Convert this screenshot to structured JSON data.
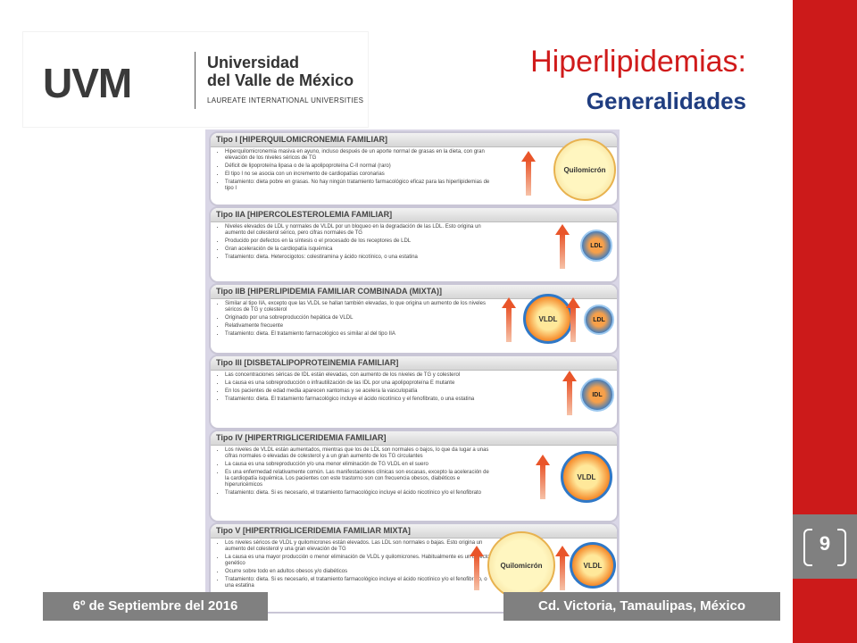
{
  "title": "Hiperlipidemias:",
  "subtitle": "Generalidades",
  "logo": {
    "mark": "UVM",
    "line1": "Universidad",
    "line2": "del Valle de México",
    "line3": "LAUREATE INTERNATIONAL UNIVERSITIES"
  },
  "page_number": "9",
  "footer": {
    "date": "6º de Septiembre del 2016",
    "location": "Cd. Victoria, Tamaulipas, México"
  },
  "colors": {
    "side_bar": "#cc1a1a",
    "title": "#d01b1b",
    "subtitle": "#1f3d80",
    "footer": "#808080"
  },
  "figure": {
    "panels": [
      {
        "header": "Tipo I [HIPERQUILOMICRONEMIA FAMILIAR]",
        "bullets": [
          "Hiperquilomicronemia masiva en ayuno, incluso después de un aporte normal de grasas en la dieta, con gran elevación de los niveles séricos de TG",
          "Déficit de lipoproteína lipasa o de la apolipoproteína C-II normal (raro)",
          "El tipo I no se asocia con un incremento de cardiopatías coronarias",
          "Tratamiento: dieta pobre en grasas. No hay ningún tratamiento farmacológico eficaz para las hiperlipidemias de tipo I"
        ],
        "big": "Quilomicrón"
      },
      {
        "header": "Tipo IIA [HIPERCOLESTEROLEMIA FAMILIAR]",
        "bullets": [
          "Niveles elevados de LDL y normales de VLDL por un bloqueo en la degradación de las LDL. Esto origina un aumento del colesterol sérico, pero cifras normales de TG",
          "Producido por defectos en la síntesis o el procesado de los receptores de LDL",
          "Gran aceleración de la cardiopatía isquémica",
          "Tratamiento: dieta. Heterocigotos: colestiramina y ácido nicotínico, o una estatina"
        ],
        "small": "LDL"
      },
      {
        "header": "Tipo IIB [HIPERLIPIDEMIA FAMILIAR COMBINADA (MIXTA)]",
        "bullets": [
          "Similar al tipo IIA, excepto que las VLDL se hallan también elevadas, lo que origina un aumento de los niveles séricos de TG y colesterol",
          "Originado por una sobreproducción hepática de VLDL",
          "Relativamente frecuente",
          "Tratamiento: dieta. El tratamiento farmacológico es similar al del tipo IIA"
        ],
        "big": "VLDL",
        "small": "LDL"
      },
      {
        "header": "Tipo III [DISBETALIPOPROTEINEMIA FAMILIAR]",
        "bullets": [
          "Las concentraciones séricas de IDL están elevadas, con aumento de los niveles de TG y colesterol",
          "La causa es una sobreproducción o infrautilización de las IDL por una apolipoproteína E mutante",
          "En los pacientes de edad media aparecen xantomas y se acelera la vasculopatía",
          "Tratamiento: dieta. El tratamiento farmacológico incluye el ácido nicotínico y el fenofibrato, o una estatina"
        ],
        "small": "IDL"
      },
      {
        "header": "Tipo IV [HIPERTRIGLICERIDEMIA FAMILIAR]",
        "bullets": [
          "Los niveles de VLDL están aumentados, mientras que los de LDL son normales o bajos, lo que da lugar a unas cifras normales o elevadas de colesterol y a un gran aumento de los TG circulantes",
          "La causa es una sobreproducción y/o una menor eliminación de TG VLDL en el suero",
          "Es una enfermedad relativamente común. Las manifestaciones clínicas son escasas, excepto la aceleración de la cardiopatía isquémica. Los pacientes con este trastorno son con frecuencia obesos, diabéticos e hiperuricémicos",
          "Tratamiento: dieta. Si es necesario, el tratamiento farmacológico incluye el ácido nicotínico y/o el fenofibrato"
        ],
        "big": "VLDL"
      },
      {
        "header": "Tipo V [HIPERTRIGLICERIDEMIA FAMILIAR MIXTA]",
        "bullets": [
          "Los niveles séricos de VLDL y quilomicrones están elevados. Las LDL son normales o bajas. Esto origina un aumento del colesterol y una gran elevación de TG",
          "La causa es una mayor producción o menor eliminación de VLDL y quilomicrones. Habitualmente es un defecto genético",
          "Ocurre sobre todo en adultos obesos y/o diabéticos",
          "Tratamiento: dieta. Si es necesario, el tratamiento farmacológico incluye el ácido nicotínico y/o el fenofibrato, o una estatina"
        ],
        "big": "Quilomicrón",
        "medium": "VLDL"
      }
    ]
  }
}
